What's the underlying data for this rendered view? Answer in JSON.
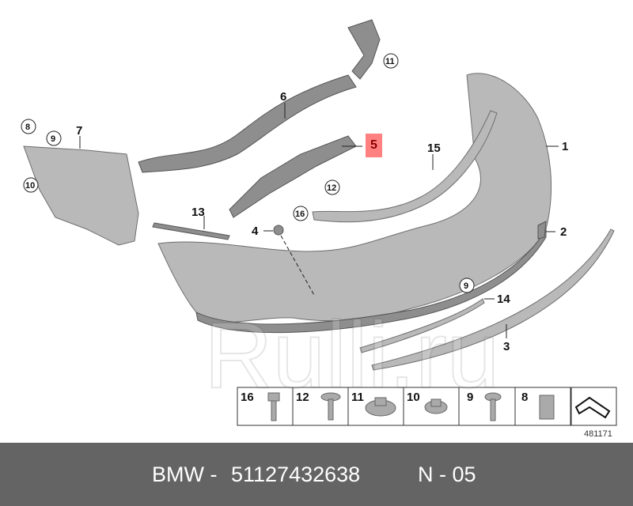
{
  "diagram": {
    "callouts": [
      "1",
      "2",
      "3",
      "4",
      "5",
      "6",
      "7",
      "8",
      "9",
      "10",
      "11",
      "12",
      "13",
      "14",
      "15",
      "16"
    ],
    "circled": [
      "8",
      "9",
      "10",
      "11",
      "12",
      "16",
      "9"
    ],
    "highlighted_callout": "5",
    "highlight_color": "#ff8080",
    "hardware_legend": [
      {
        "label": "16",
        "icon": "hex-flange-bolt-icon"
      },
      {
        "label": "12",
        "icon": "washer-screw-icon"
      },
      {
        "label": "11",
        "icon": "hex-flange-nut-large-icon"
      },
      {
        "label": "10",
        "icon": "hex-flange-nut-icon"
      },
      {
        "label": "9",
        "icon": "torx-screw-icon"
      },
      {
        "label": "8",
        "icon": "clip-nut-icon"
      }
    ],
    "reference_number": "481171"
  },
  "watermark": "Rulli.ru",
  "banner": {
    "brand": "BMW -",
    "part_number": "51127432638",
    "position": "N - 05",
    "background": "#646464"
  }
}
